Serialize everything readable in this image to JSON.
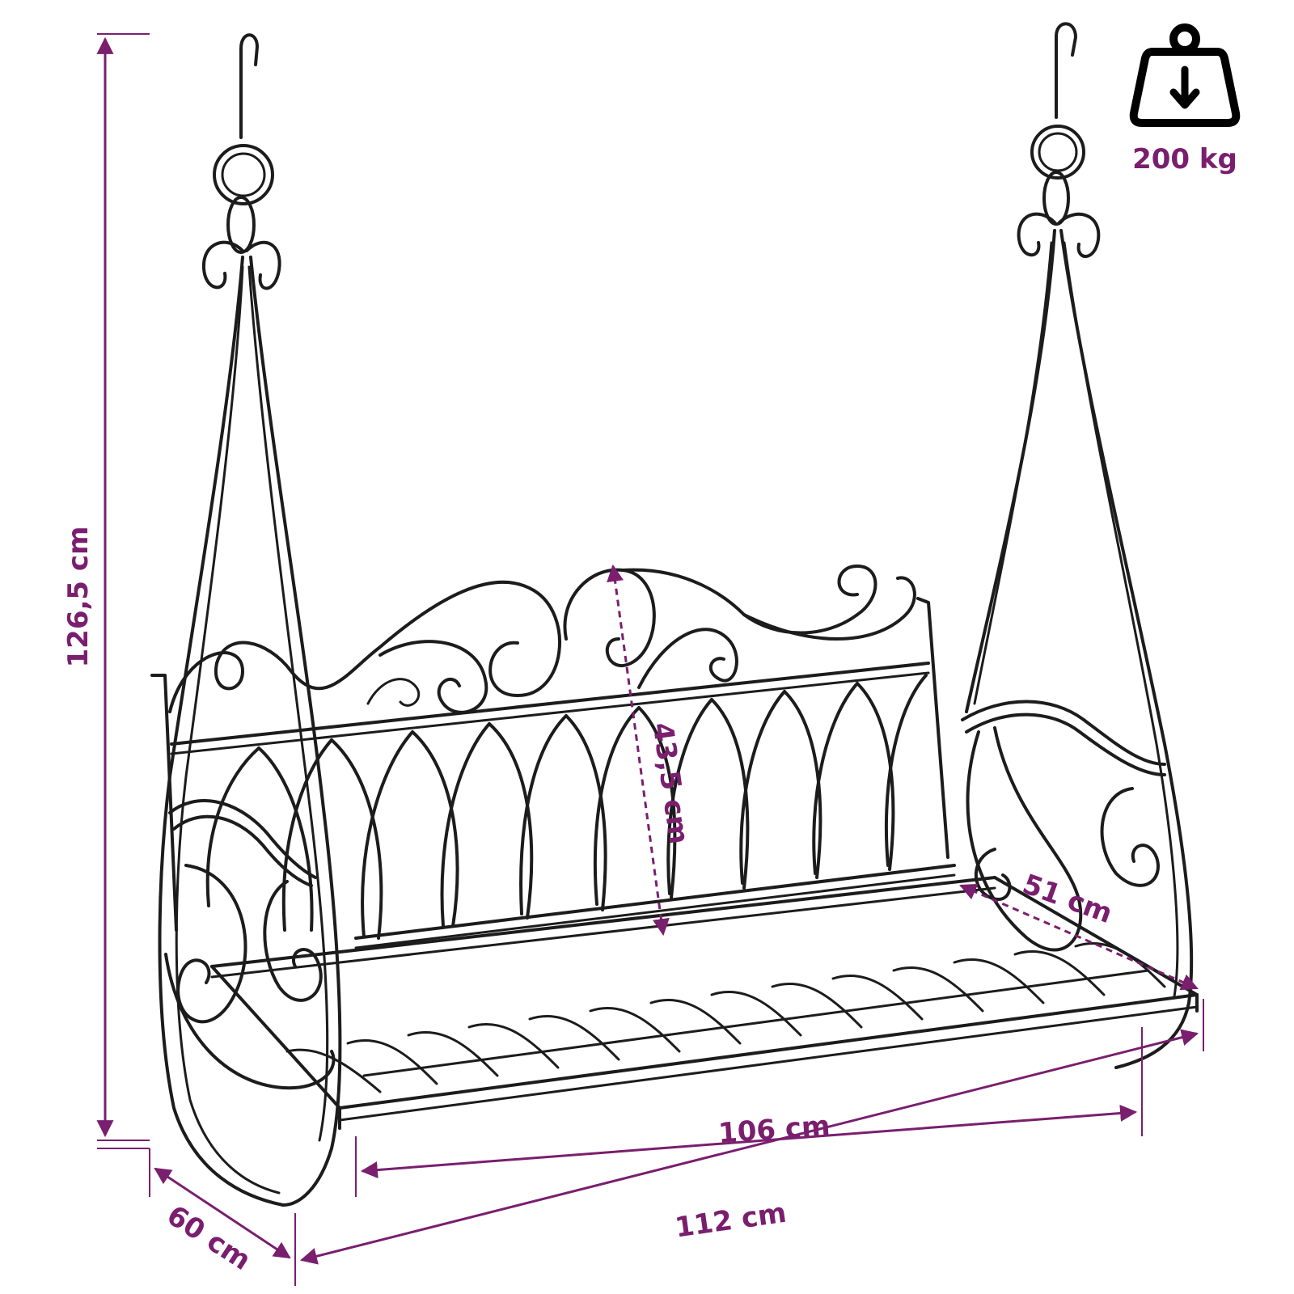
{
  "accent_color": "#7a1e6e",
  "line_color": "#1c1c1c",
  "weight_capacity": {
    "icon": "weight-icon",
    "label": "200 kg"
  },
  "dimensions": {
    "total_height": "126,5 cm",
    "backrest_height": "43,5 cm",
    "seat_depth": "51 cm",
    "seat_width": "106 cm",
    "total_width": "112 cm",
    "total_depth": "60 cm"
  }
}
